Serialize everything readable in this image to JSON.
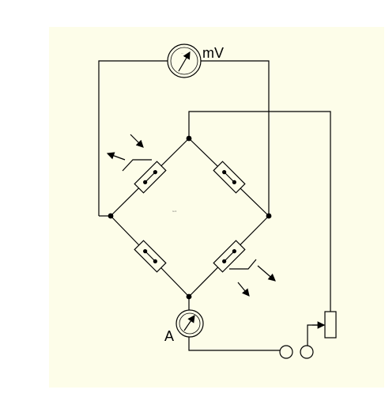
{
  "colors": {
    "panel": "#fdfde9",
    "ink": "#000000",
    "background": "#ffffff"
  },
  "labels": {
    "millivoltmeter": "mV",
    "ammeter": "A",
    "center_mark": "ro:1"
  },
  "icons": {
    "meter": "analog-meter-icon",
    "terminal": "terminal-circle-icon",
    "rheostat": "rheostat-icon",
    "strain_gauge": "resistor-icon"
  }
}
